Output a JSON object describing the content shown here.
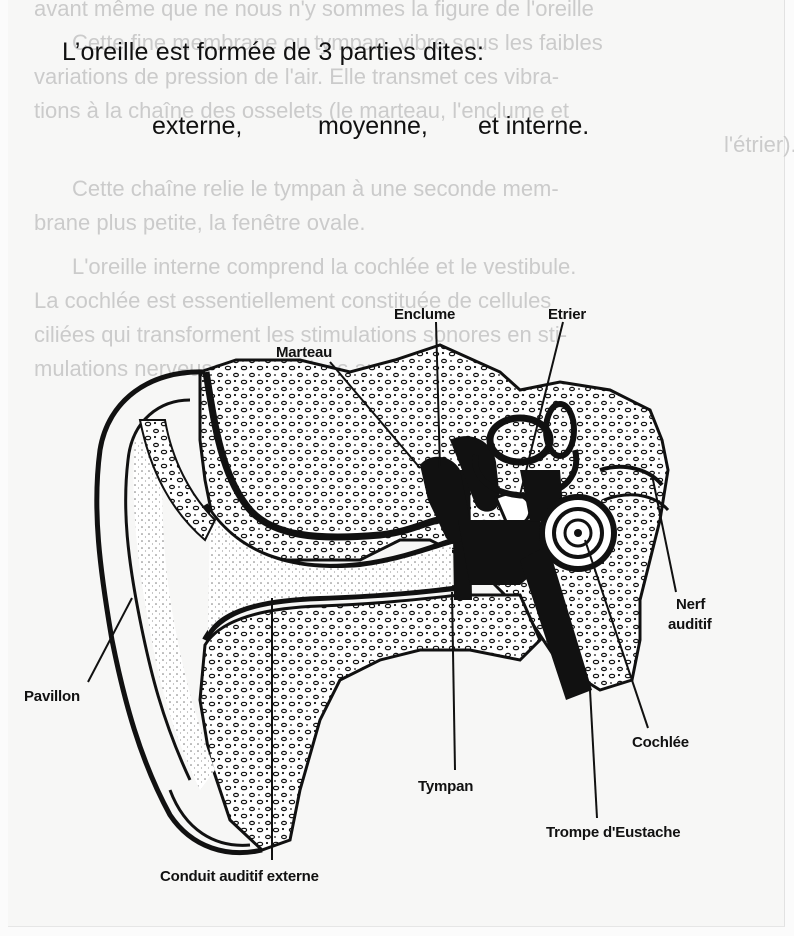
{
  "intro": {
    "heading": "L’oreille est formée de 3 parties dites:",
    "parts": [
      "externe,",
      "moyenne,",
      "et interne."
    ]
  },
  "background_text": [
    "avant même que ne nous n'y sommes la figure de l'oreille",
    "Cette fine membrane ou tympan, vibre sous les faibles",
    "variations de pression de l'air. Elle transmet ces vibra-",
    "tions à la chaîne des osselets (le marteau, l'enclume et",
    "l'étrier).",
    "Cette chaîne relie le tympan à une seconde mem-",
    "brane plus petite, la fenêtre ovale.",
    "L'oreille interne comprend la cochlée et le vestibule.",
    "La cochlée est essentiellement constituée de cellules",
    "ciliées qui transforment les stimulations sonores en sti-",
    "mulations nerveuses transmises au cerveau."
  ],
  "labels": {
    "enclume": "Enclume",
    "etrier": "Etrier",
    "marteau": "Marteau",
    "nerf_line1": "Nerf",
    "nerf_line2": "auditif",
    "pavillon": "Pavillon",
    "cochlee": "Cochlée",
    "tympan": "Tympan",
    "trompe": "Trompe d'Eustache",
    "conduit": "Conduit auditif externe"
  }
}
